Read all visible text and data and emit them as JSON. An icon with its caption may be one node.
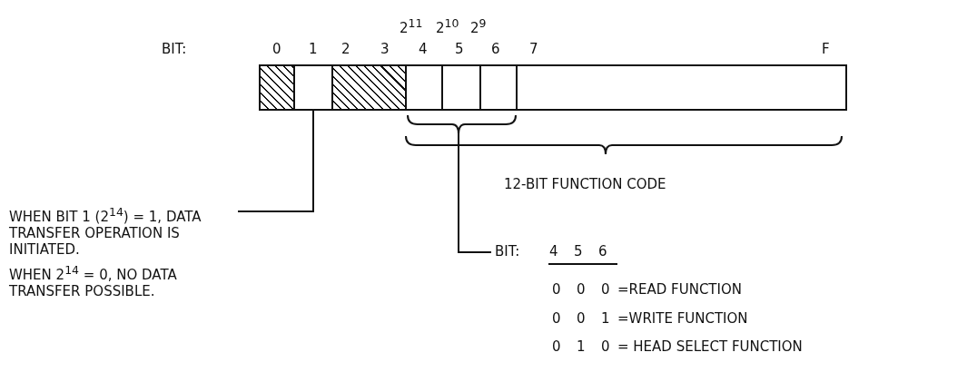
{
  "diagram": {
    "nodes": [
      {
        "text": [],
        "shape": "box"
      },
      {
        "text": [],
        "shape": "box"
      },
      {
        "text": [],
        "shape": "box"
      },
      {
        "text": [],
        "shape": "box"
      },
      {
        "text": [],
        "shape": "box"
      },
      {
        "text": [],
        "shape": "box"
      },
      {
        "text": [],
        "shape": "box"
      },
      {
        "text": [
          "WHEN BIT 1 (2$^{14}$) = 1, DATA TRANSFER OPERATION IS INITIATED.",
          "WHEN 2$^{14}$ = 0, NO DATA TRANSFER POSSIBLE."
        ]
      },
      {
        "text": [
          "BIT:"
        ]
      },
      {
        "text": [],
        "shape": "bracket"
      }
    ],
    "edges": [
      {
        "from": 7,
        "to": 1,
        "arrow": "none"
      },
      {
        "from": 8,
        "to": 9,
        "arrow": "none"
      }
    ],
    "labels": [
      "2$^{11}$",
      "2$^{10}$",
      "2$^{9}$",
      "BIT:",
      "0",
      "1",
      "2",
      "3",
      "4",
      "5",
      "6",
      "7",
      "F",
      "12-BIT FUNCTION CODE",
      "4",
      "5",
      "6",
      "0",
      "0",
      "0",
      "=READ FUNCTION",
      "0",
      "0",
      "1",
      "=WRITE FUNCTION",
      "0",
      "1",
      "0",
      "= HEAD SELECT FUNCTION"
    ]
  }
}
